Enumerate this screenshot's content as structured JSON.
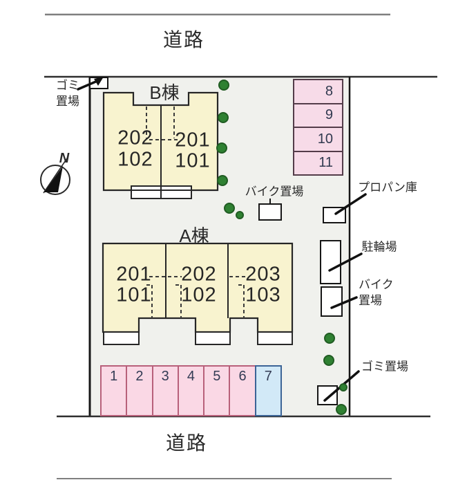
{
  "roads": {
    "top": "道路",
    "bottom": "道路"
  },
  "buildings": {
    "b": {
      "name": "B棟",
      "units": [
        {
          "upper": "202",
          "lower": "102"
        },
        {
          "upper": "201",
          "lower": "101"
        }
      ]
    },
    "a": {
      "name": "A棟",
      "units": [
        {
          "upper": "201",
          "lower": "101"
        },
        {
          "upper": "202",
          "lower": "102"
        },
        {
          "upper": "203",
          "lower": "103"
        }
      ]
    }
  },
  "parking": {
    "bottom_row": [
      "1",
      "2",
      "3",
      "4",
      "5",
      "6",
      "7"
    ],
    "right_column": [
      "8",
      "9",
      "10",
      "11"
    ]
  },
  "labels": {
    "trash_top_line1": "ゴミ",
    "trash_top_line2": "置場",
    "bike_center": "バイク置場",
    "propane": "プロパン庫",
    "bicycle_parking": "駐輪場",
    "bike_right_line1": "バイク",
    "bike_right_line2": "置場",
    "trash_bottom": "ゴミ置場",
    "compass_north": "N"
  },
  "icons": {
    "compass": "north-compass-icon",
    "tree": "tree-dot-icon",
    "leader": "leader-arrow-line"
  },
  "colors": {
    "site_background": "#f0f1ed",
    "building_fill": "#f8f3cf",
    "building_outline": "#262626",
    "parking_pink_fill": "#fad8e5",
    "parking_pink_border": "#b8607a",
    "parking_right_fill": "#f7dbe8",
    "parking_right_border": "#533c49",
    "parking_blue_fill": "#d2e9f7",
    "parking_blue_border": "#3c6496",
    "tree_green": "#2f8132",
    "road_line": "#7f7f7f",
    "boundary_line": "#2e2e2e"
  }
}
